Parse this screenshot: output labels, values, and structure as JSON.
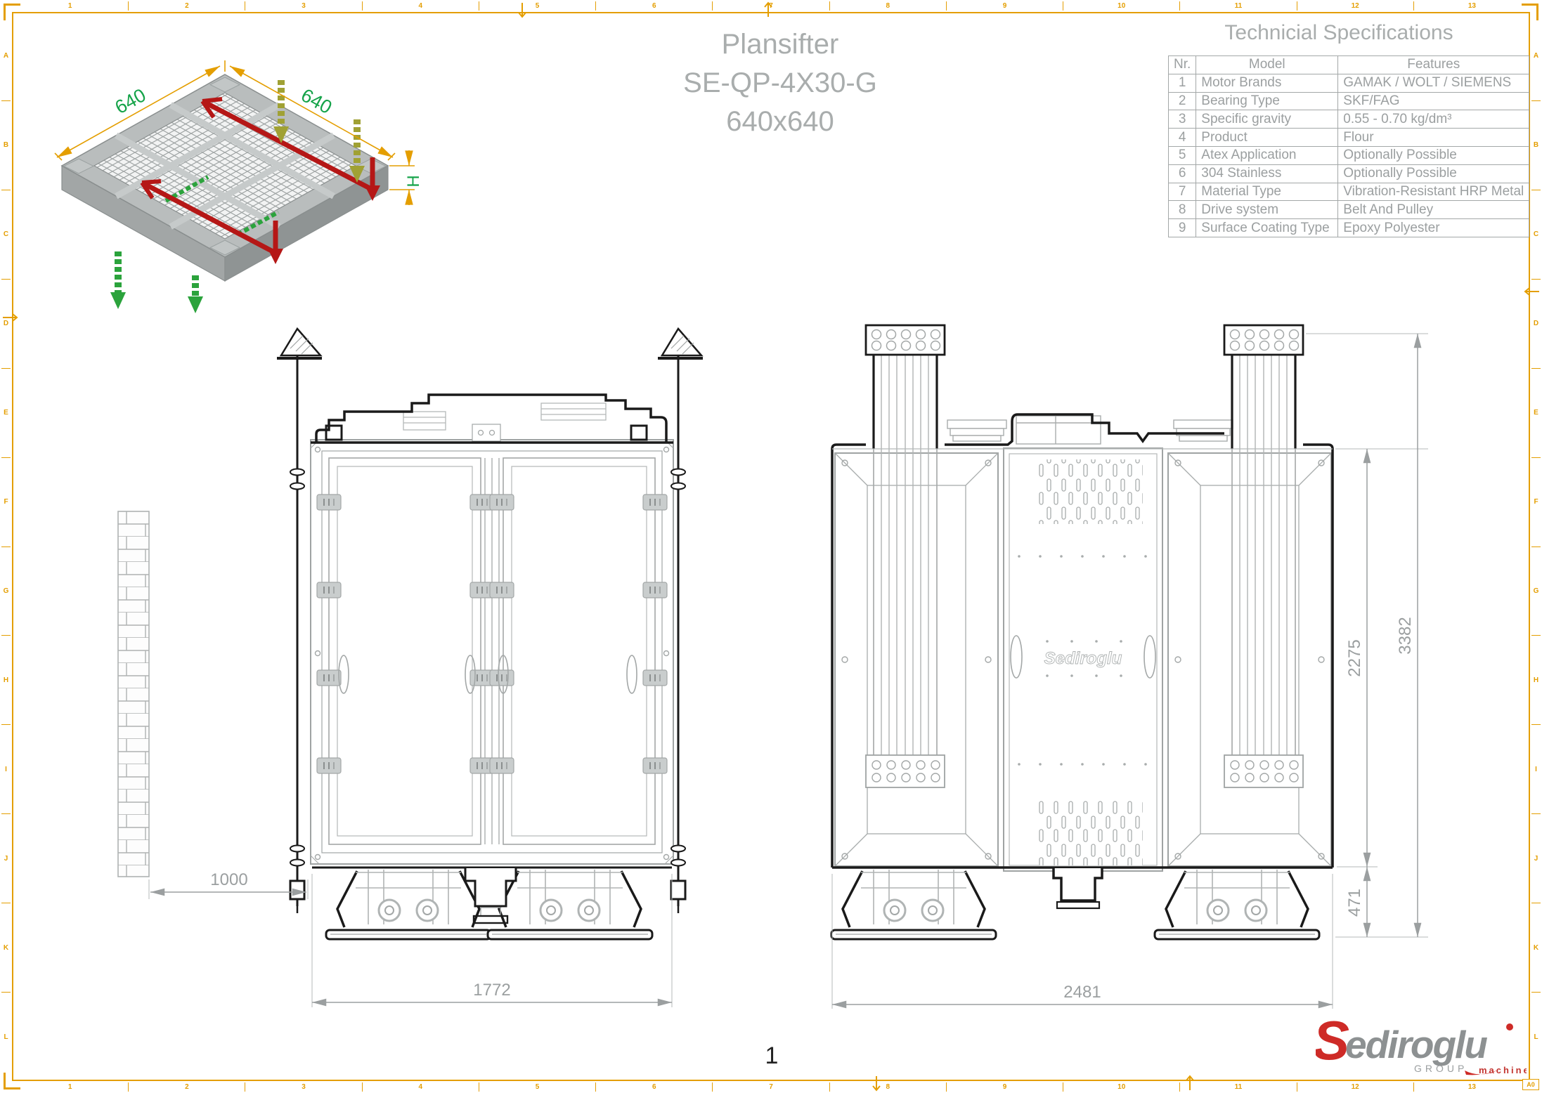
{
  "sheet": {
    "frame_color": "#E49E00",
    "size_label": "A0",
    "page_number": "1",
    "columns": [
      "1",
      "2",
      "3",
      "4",
      "5",
      "6",
      "7",
      "8",
      "9",
      "10",
      "11",
      "12",
      "13"
    ],
    "rows": [
      "A",
      "B",
      "C",
      "D",
      "E",
      "F",
      "G",
      "H",
      "I",
      "J",
      "K",
      "L"
    ]
  },
  "title_block": {
    "line1": "Plansifter",
    "line2": "SE-QP-4X30-G",
    "line3": "640x640"
  },
  "spec_table": {
    "title": "Technicial Specifications",
    "headers": {
      "nr": "Nr.",
      "model": "Model",
      "features": "Features"
    },
    "rows": [
      {
        "nr": "1",
        "model": "Motor Brands",
        "features": "GAMAK / WOLT / SIEMENS"
      },
      {
        "nr": "2",
        "model": "Bearing Type",
        "features": "SKF/FAG"
      },
      {
        "nr": "3",
        "model": "Specific gravity",
        "features": "0.55 - 0.70 kg/dm³"
      },
      {
        "nr": "4",
        "model": "Product",
        "features": "Flour"
      },
      {
        "nr": "5",
        "model": "Atex Application",
        "features": "Optionally Possible"
      },
      {
        "nr": "6",
        "model": "304 Stainless",
        "features": "Optionally Possible"
      },
      {
        "nr": "7",
        "model": "Material Type",
        "features": "Vibration-Resistant HRP Metal"
      },
      {
        "nr": "8",
        "model": "Drive system",
        "features": "Belt And Pulley"
      },
      {
        "nr": "9",
        "model": "Surface Coating Type",
        "features": "Epoxy Polyester"
      }
    ]
  },
  "iso_view": {
    "dim_left": "640",
    "dim_right": "640",
    "dim_height": "H"
  },
  "front_view": {
    "dim_wall_distance": "1000",
    "dim_width": "1772"
  },
  "side_view": {
    "dim_width": "2481",
    "dim_body_height": "2275",
    "dim_total_height": "3382",
    "dim_leg_height": "471",
    "watermark": "Sediroglu"
  },
  "logo": {
    "initial": "S",
    "rest": "ediroglu",
    "group": "GROUP",
    "machine": "machine"
  }
}
